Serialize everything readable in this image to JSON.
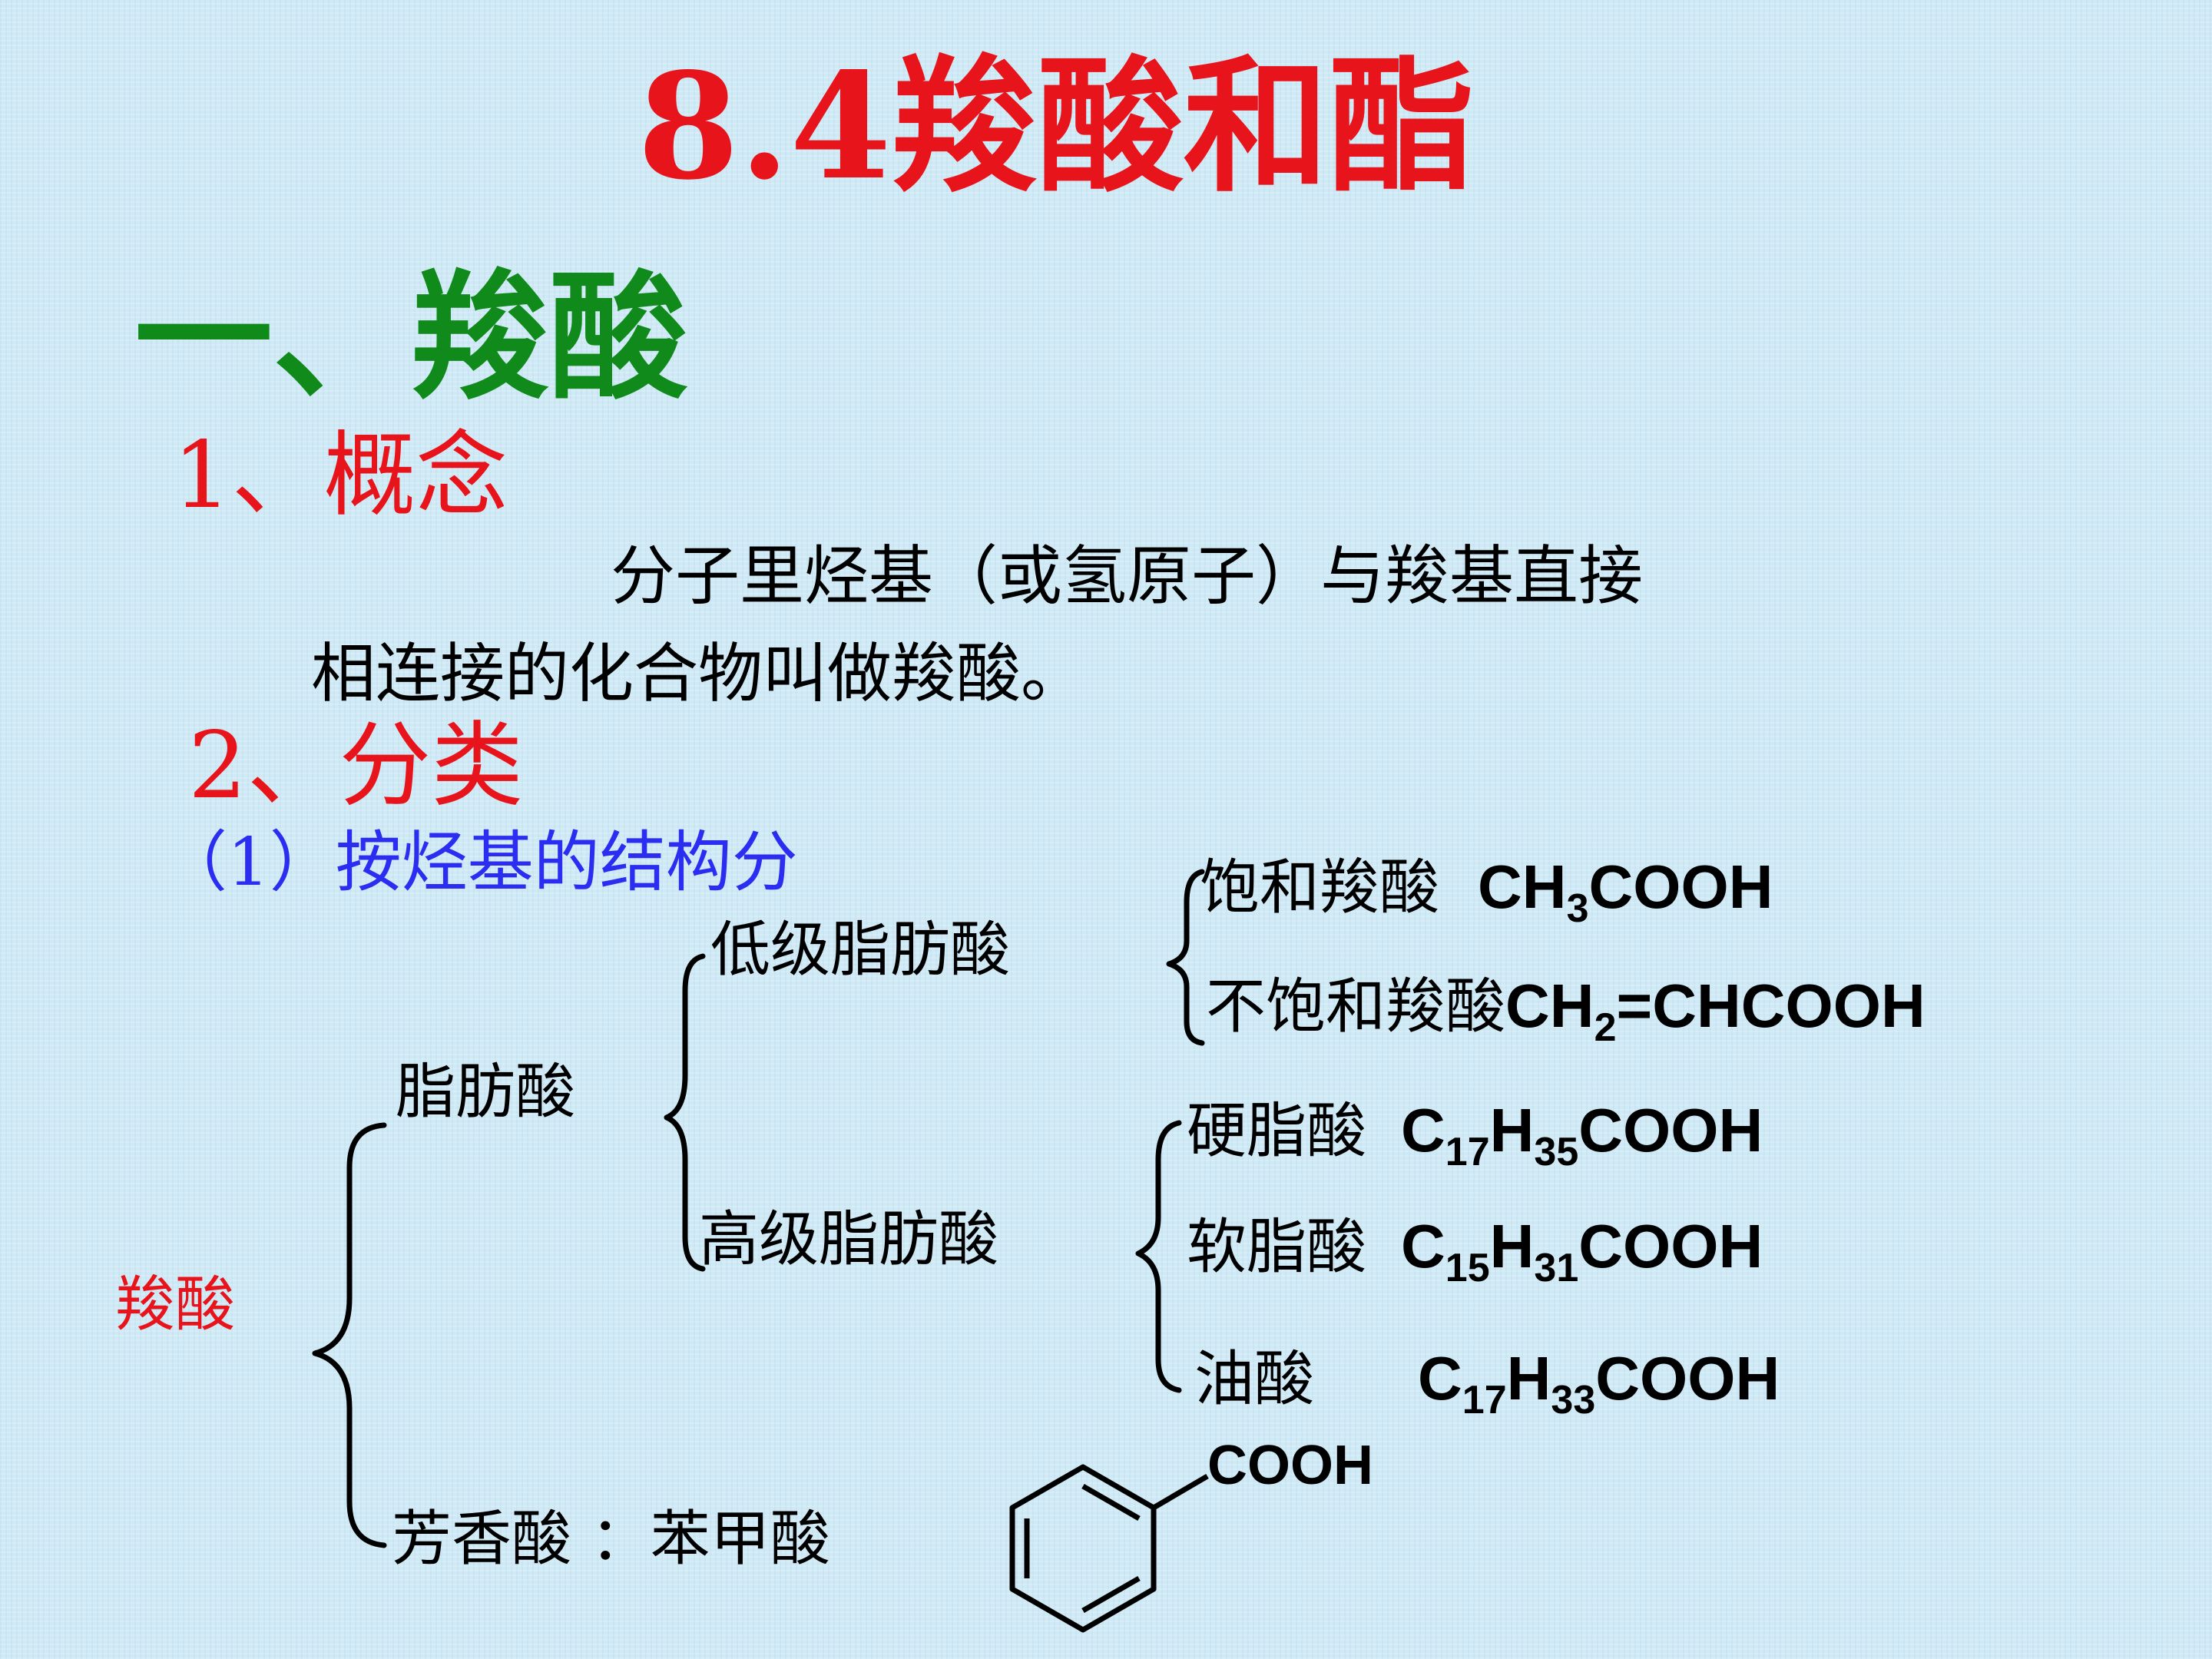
{
  "title": "8.4羧酸和酯",
  "section": "一、羧酸",
  "concept": {
    "heading": "1、概念",
    "line1": "分子里烃基（或氢原子）与羧基直接",
    "line2": "相连接的化合物叫做羧酸。"
  },
  "classification": {
    "heading": "2、分类",
    "subheading": "（1）按烃基的结构分"
  },
  "tree": {
    "root": "羧酸",
    "aliphatic": "脂肪酸",
    "lower": "低级脂肪酸",
    "higher": "高级脂肪酸",
    "aromatic": "芳香酸 ：苯甲酸",
    "saturated": {
      "label": "饱和羧酸",
      "f1": "CH",
      "s1": "3",
      "f2": "COOH"
    },
    "unsaturated": {
      "label": "不饱和羧酸",
      "f1": "CH",
      "s1": "2",
      "f2": "=CHCOOH"
    },
    "stearic": {
      "label": "硬脂酸",
      "f1": "C",
      "s1": "17",
      "f2": "H",
      "s2": "35",
      "f3": "COOH"
    },
    "palmitic": {
      "label": "软脂酸",
      "f1": "C",
      "s1": "15",
      "f2": "H",
      "s2": "31",
      "f3": "COOH"
    },
    "oleic": {
      "label": "油酸",
      "f1": "C",
      "s1": "17",
      "f2": "H",
      "s2": "33",
      "f3": "COOH"
    },
    "benzoic_group": "COOH"
  },
  "colors": {
    "title": "#e8141b",
    "section": "#108a1b",
    "heading": "#e8141b",
    "subheading": "#2b2ef0",
    "background": "#cfe9f5"
  }
}
